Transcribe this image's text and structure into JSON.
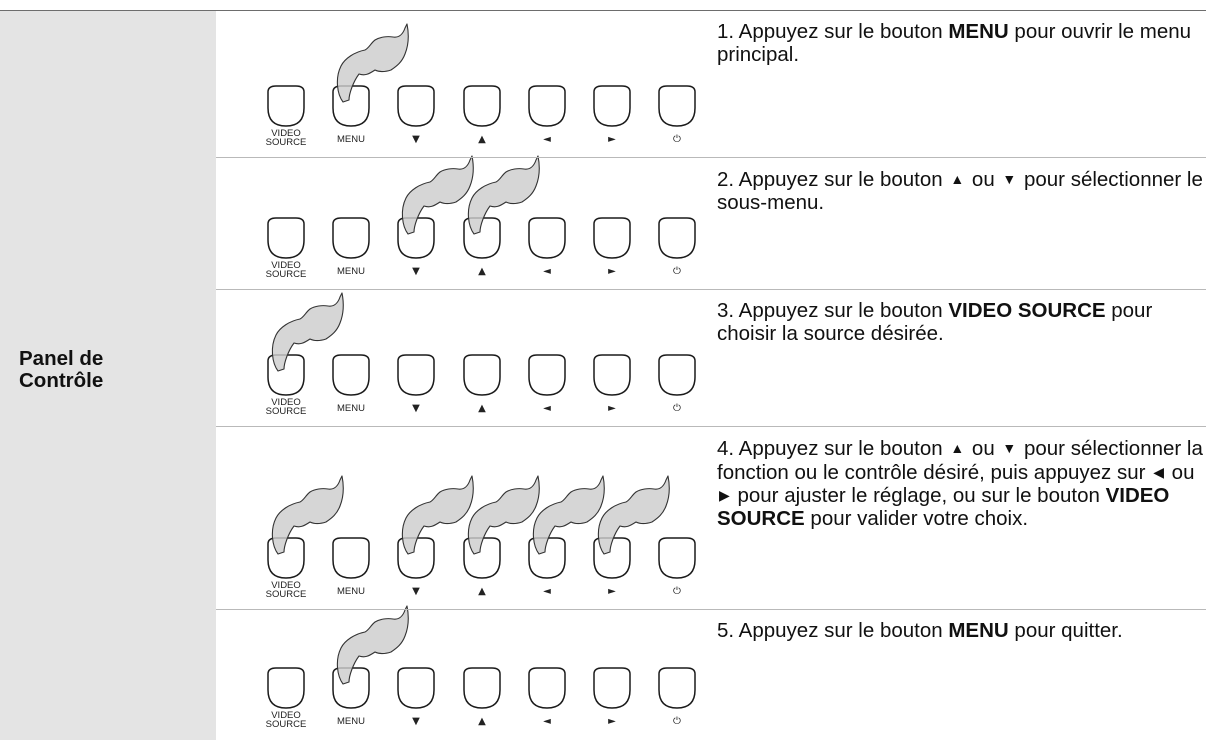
{
  "section_label": "Panel de Contrôle",
  "buttons": {
    "video_source": [
      "VIDEO",
      "SOURCE"
    ],
    "menu": "MENU",
    "down": "▼",
    "up": "▲",
    "left": "◄",
    "right": "►",
    "power": "⏻"
  },
  "steps": [
    {
      "pressed": [
        "menu"
      ],
      "parts": [
        {
          "t": "1. Appuyez sur le bouton "
        },
        {
          "t": "MENU",
          "b": true
        },
        {
          "t": " pour ouvrir le menu principal."
        }
      ]
    },
    {
      "pressed": [
        "down",
        "up"
      ],
      "parts": [
        {
          "t": "2. Appuyez sur le bouton "
        },
        {
          "t": "▲",
          "g": true
        },
        {
          "t": " ou "
        },
        {
          "t": "▼",
          "g": true
        },
        {
          "t": " pour sélectionner le sous-menu."
        }
      ]
    },
    {
      "pressed": [
        "video_source"
      ],
      "parts": [
        {
          "t": "3. Appuyez sur le bouton "
        },
        {
          "t": "VIDEO SOURCE",
          "b": true
        },
        {
          "t": " pour choisir la source désirée."
        }
      ]
    },
    {
      "pressed": [
        "video_source",
        "down",
        "up",
        "left",
        "right"
      ],
      "parts": [
        {
          "t": "4. Appuyez sur le bouton "
        },
        {
          "t": "▲",
          "g": true
        },
        {
          "t": " ou "
        },
        {
          "t": "▼",
          "g": true
        },
        {
          "t": " pour sélectionner la fonction ou le contrôle désiré, puis appuyez sur "
        },
        {
          "t": "◀",
          "g": true
        },
        {
          "t": " ou "
        },
        {
          "t": "▶",
          "g": true
        },
        {
          "t": " pour ajuster le réglage, ou sur le bouton "
        },
        {
          "t": "VIDEO SOURCE",
          "b": true
        },
        {
          "t": " pour valider votre choix."
        }
      ]
    },
    {
      "pressed": [
        "menu"
      ],
      "parts": [
        {
          "t": "5. Appuyez sur le bouton "
        },
        {
          "t": "MENU",
          "b": true
        },
        {
          "t": " pour quitter."
        }
      ]
    }
  ]
}
